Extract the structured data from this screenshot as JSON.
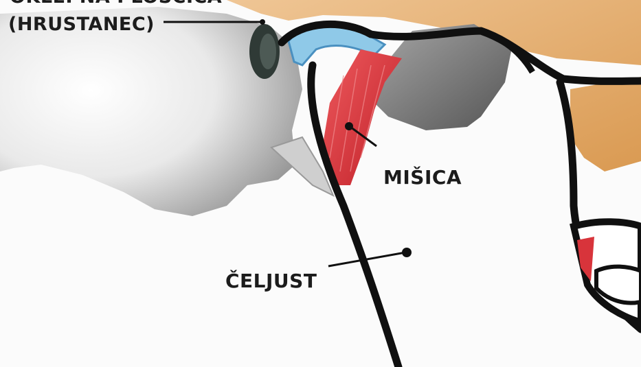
{
  "labels": {
    "top_line1": "OKLEPNA PLOŠČICA",
    "top_line2": "(HRUSTANEC)",
    "muscle": "MIŠICA",
    "jaw": "ČELJUST"
  },
  "colors": {
    "bone_orange": "#e0a35a",
    "muscle_red": "#d8343b",
    "cartilage_blue": "#8fc9e8",
    "outline": "#101010",
    "bone_grey": "#707070"
  }
}
